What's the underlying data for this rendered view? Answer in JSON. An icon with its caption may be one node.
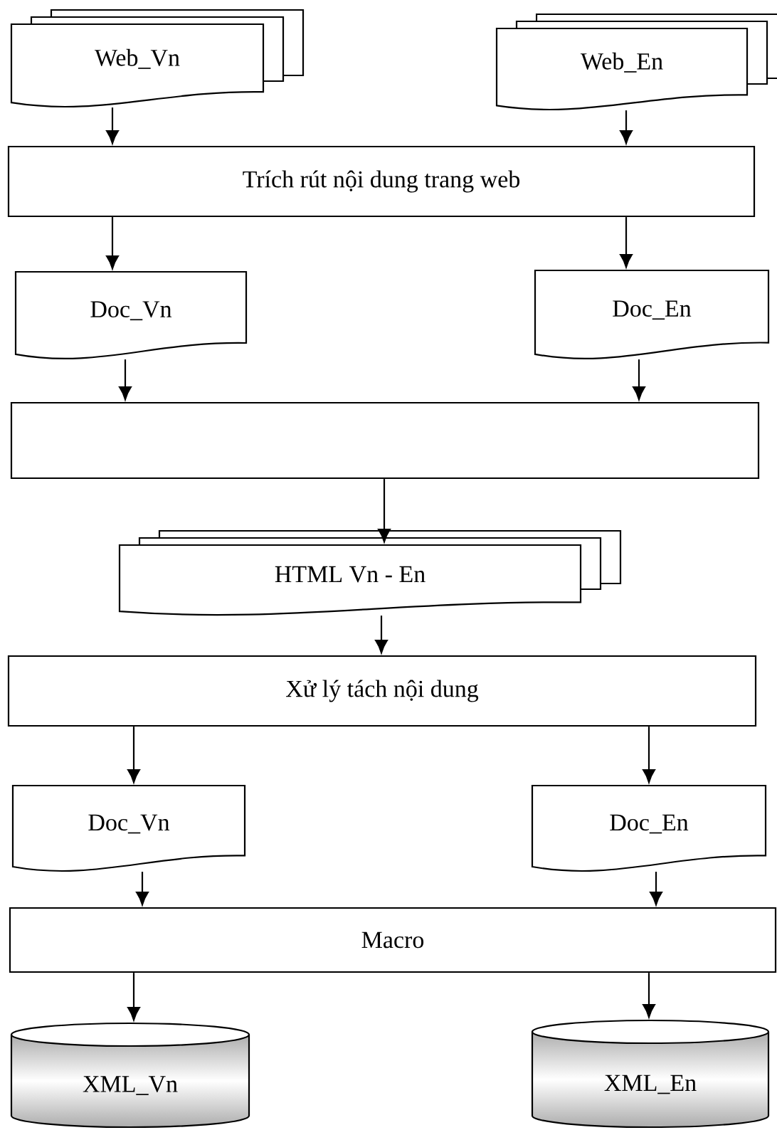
{
  "diagram": {
    "nodes": [
      {
        "text": [
          "Web_Vn"
        ]
      },
      {
        "text": [
          "Web_En"
        ]
      },
      {
        "text": [
          "Trích rút nội dung trang web"
        ]
      },
      {
        "text": [
          "Doc_Vn"
        ]
      },
      {
        "text": [
          "Doc_En"
        ]
      },
      {
        "text": [],
        "shape": "box"
      },
      {
        "text": [
          "HTML  Vn - En"
        ]
      },
      {
        "text": [
          "Xử lý tách nội dung"
        ]
      },
      {
        "text": [
          "Doc_Vn"
        ]
      },
      {
        "text": [
          "Doc_En"
        ]
      },
      {
        "text": [
          "Macro"
        ]
      },
      {
        "text": [
          "XML_Vn"
        ]
      },
      {
        "text": [
          "XML_En"
        ]
      }
    ],
    "edges": [
      {
        "from": 0,
        "to": 2,
        "arrow": "to"
      },
      {
        "from": 1,
        "to": 2,
        "arrow": "to"
      },
      {
        "from": 2,
        "to": 3,
        "arrow": "to"
      },
      {
        "from": 2,
        "to": 4,
        "arrow": "to"
      },
      {
        "from": 3,
        "to": 5,
        "arrow": "to"
      },
      {
        "from": 4,
        "to": 5,
        "arrow": "to"
      },
      {
        "from": 5,
        "to": 6,
        "arrow": "to"
      },
      {
        "from": 6,
        "to": 7,
        "arrow": "to"
      },
      {
        "from": 7,
        "to": 8,
        "arrow": "to"
      },
      {
        "from": 7,
        "to": 9,
        "arrow": "to"
      },
      {
        "from": 8,
        "to": 10,
        "arrow": "to"
      },
      {
        "from": 9,
        "to": 10,
        "arrow": "to"
      },
      {
        "from": 10,
        "to": 11,
        "arrow": "to"
      },
      {
        "from": 10,
        "to": 12,
        "arrow": "to"
      }
    ]
  }
}
